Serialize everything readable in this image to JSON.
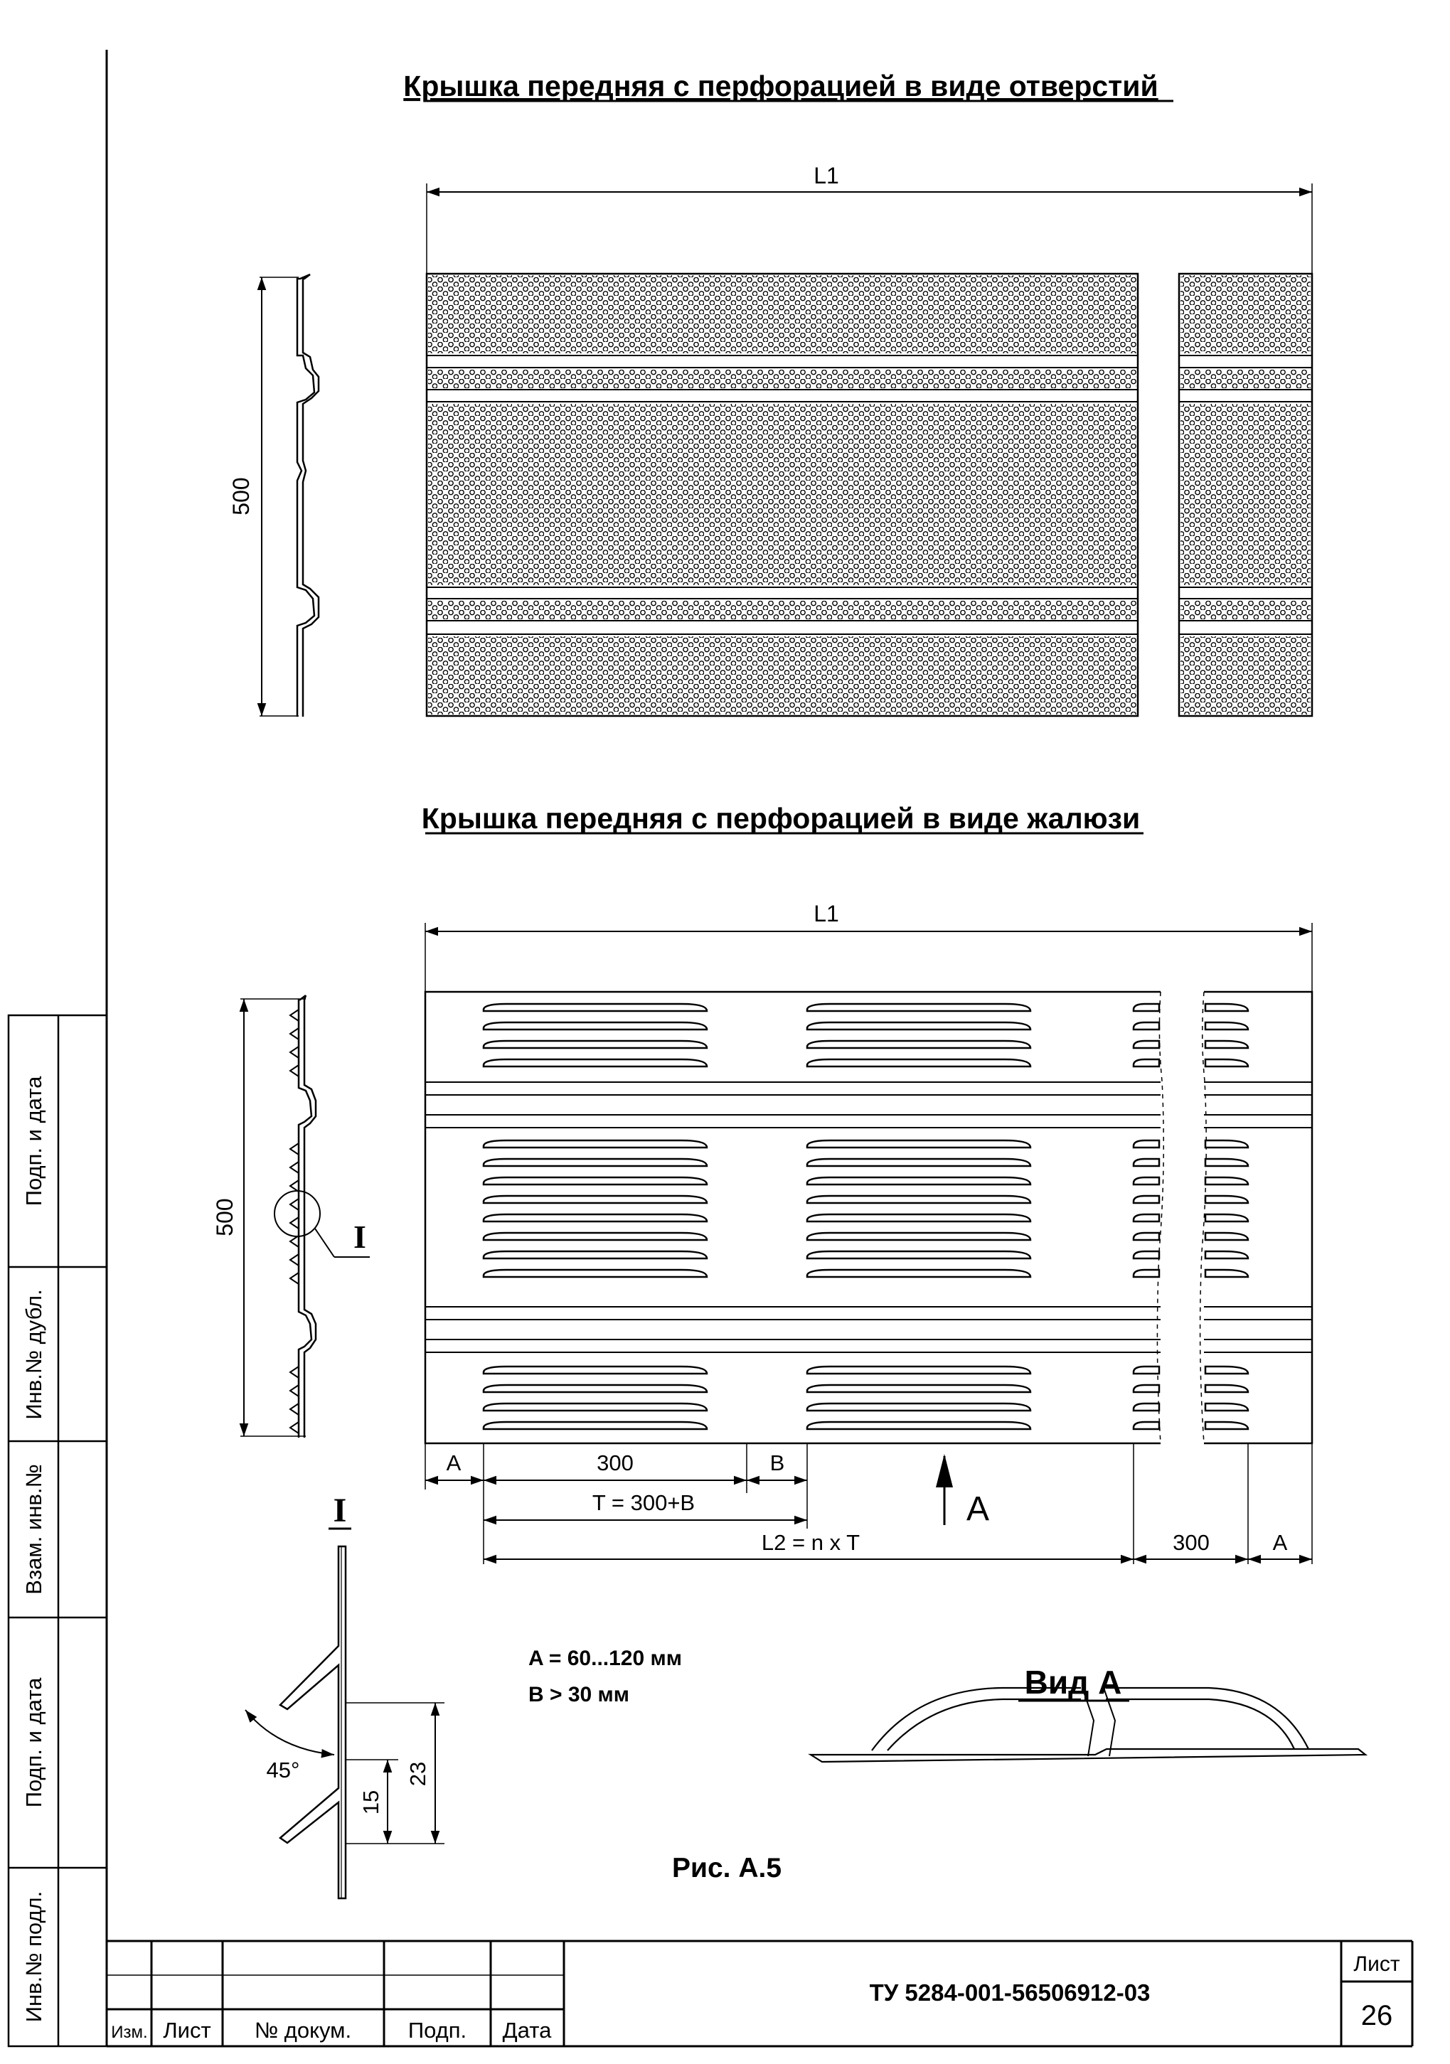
{
  "sections": {
    "holes_title": "Крышка передняя с перфорацией в виде отверстий",
    "louver_title": "Крышка передняя с перфорацией в виде жалюзи"
  },
  "dimensions": {
    "l1_top": "L1",
    "l1_bottom": "L1",
    "height_top": "500",
    "height_bottom": "500",
    "a_left": "A",
    "width_300_left": "300",
    "b": "B",
    "t_formula": "T = 300+B",
    "l2_formula": "L2 = n x T",
    "width_300_right": "300",
    "a_right": "A",
    "view_arrow_label": "A",
    "detail_callout": "I",
    "detail_title": "I",
    "angle": "45°",
    "dim_15": "15",
    "dim_23": "23"
  },
  "notes": {
    "a_range": "A = 60...120 мм",
    "b_min": "B > 30 мм",
    "view_a_title": "Вид А",
    "figure_caption": "Рис. А.5"
  },
  "side_stamp": {
    "cells": [
      "Инв.№ подл.",
      "Подп. и дата",
      "Взам. инв.№",
      "Инв.№ дубл.",
      "Подп. и дата"
    ]
  },
  "title_block": {
    "headers": [
      "Изм.",
      "Лист",
      "№ докум.",
      "Подп.",
      "Дата"
    ],
    "document_code": "ТУ 5284-001-56506912-03",
    "sheet_label": "Лист",
    "sheet_number": "26"
  }
}
